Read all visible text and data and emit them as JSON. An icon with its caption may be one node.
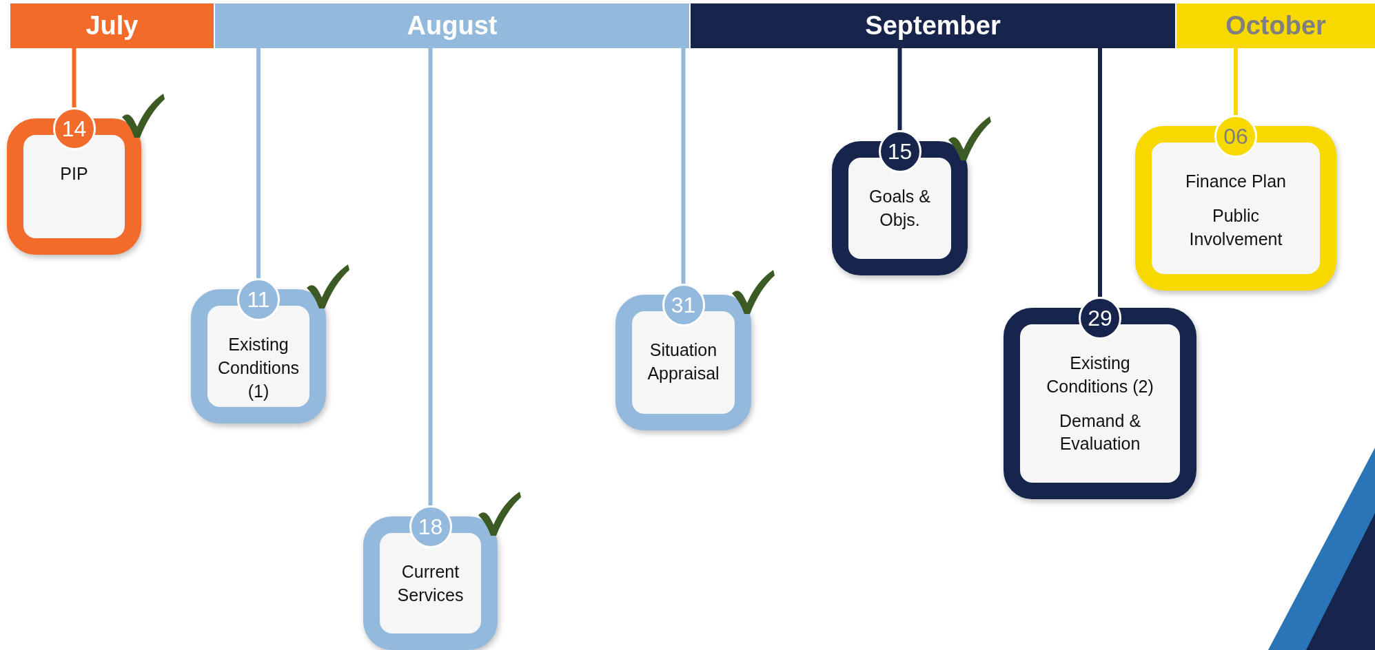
{
  "diagram": {
    "nodes": [
      {
        "text": [
          "July"
        ]
      },
      {
        "text": [
          "August"
        ]
      },
      {
        "text": [
          "September"
        ]
      },
      {
        "text": [
          "October"
        ]
      },
      {
        "text": [
          "14",
          "PIP"
        ]
      },
      {
        "text": [
          "11",
          "Existing Conditions (1)"
        ]
      },
      {
        "text": [
          "18",
          "Current Services"
        ]
      },
      {
        "text": [
          "31",
          "Situation Appraisal"
        ]
      },
      {
        "text": [
          "15",
          "Goals & Objs."
        ]
      },
      {
        "text": [
          "29",
          "Existing Conditions (2)",
          "Demand & Evaluation"
        ]
      },
      {
        "text": [
          "06",
          "Finance Plan",
          "Public Involvement"
        ]
      }
    ],
    "edges": [
      {
        "from": 0,
        "to": 4,
        "arrow": "none",
        "color": "#f26b2a"
      },
      {
        "from": 1,
        "to": 5,
        "arrow": "none"
      },
      {
        "from": 1,
        "to": 6,
        "arrow": "none"
      },
      {
        "from": 1,
        "to": 7,
        "arrow": "none"
      },
      {
        "from": 2,
        "to": 8,
        "arrow": "none",
        "color": "#17254d"
      },
      {
        "from": 2,
        "to": 9,
        "arrow": "none",
        "color": "#17254d"
      },
      {
        "from": 3,
        "to": 10,
        "arrow": "none",
        "color": "#f7d900"
      }
    ]
  }
}
